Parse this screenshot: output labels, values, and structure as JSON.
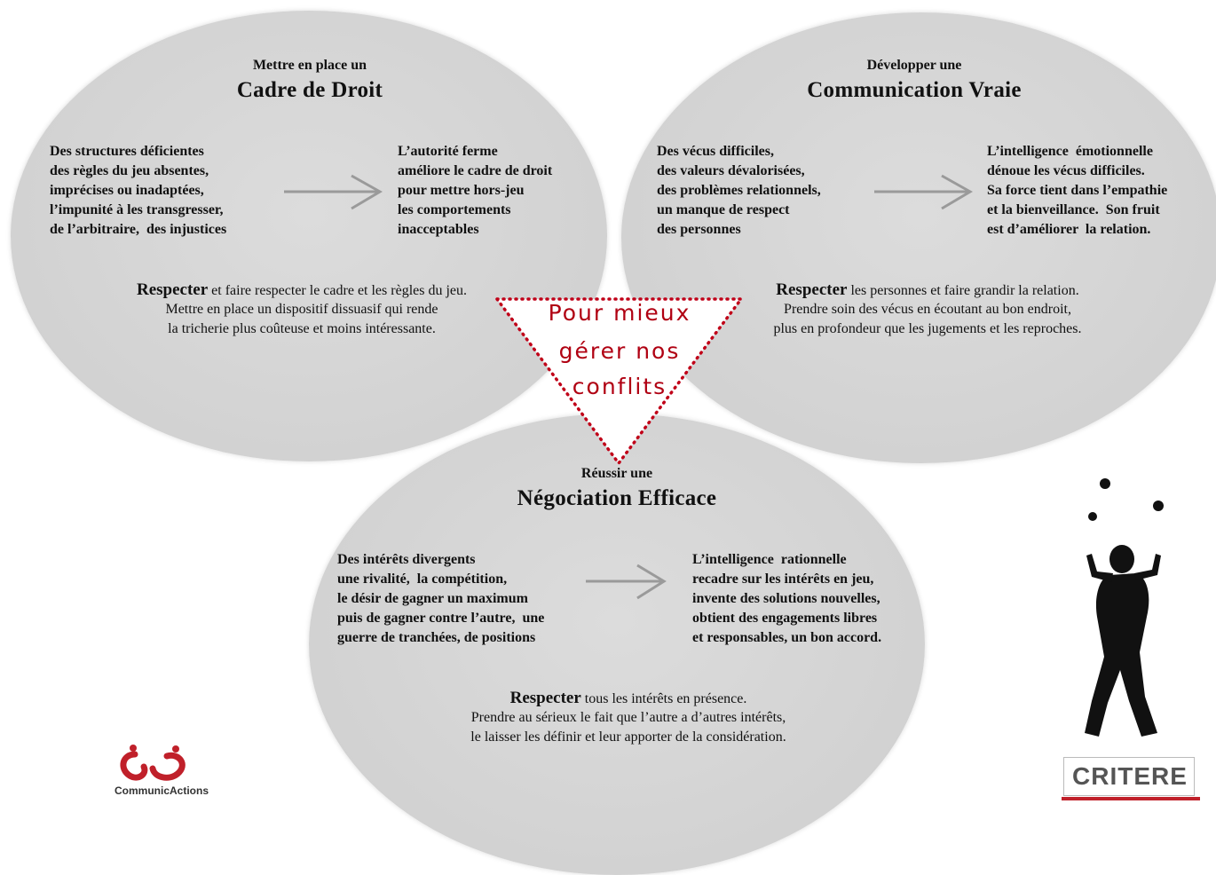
{
  "left": {
    "subtitle": "Mettre en place un",
    "title": "Cadre de Droit",
    "problems": "Des structures déficientes\ndes règles du jeu absentes,\nimprécises ou inadaptées,\nl’impunité à les transgresser,\nde l’arbitraire,  des injustices",
    "solution": "L’autorité ferme\naméliore le cadre de droit\npour mettre hors-jeu\nles comportements\ninacceptables",
    "respect_word": "Respecter",
    "respect_rest": " et faire respecter le cadre et les règles  du jeu.",
    "respect_line2": "Mettre en place un dispositif dissuasif qui rende",
    "respect_line3": "la tricherie plus coûteuse et moins intéressante."
  },
  "right": {
    "subtitle": "Développer une",
    "title": "Communication Vraie",
    "problems": "Des vécus difficiles,\ndes valeurs dévalorisées,\ndes problèmes relationnels,\nun manque de respect\ndes personnes",
    "solution": "L’intelligence  émotionnelle\ndénoue les vécus difficiles.\nSa force tient dans l’empathie\net la bienveillance.  Son fruit\nest d’améliorer  la relation.",
    "respect_word": "Respecter",
    "respect_rest": " les personnes  et faire grandir la relation.",
    "respect_line2": "Prendre soin des vécus en écoutant au bon endroit,",
    "respect_line3": "plus en profondeur que les jugements  et les reproches."
  },
  "bottom": {
    "subtitle": "Réussir une",
    "title": "Négociation Efficace",
    "problems": "Des intérêts divergents\nune rivalité,  la compétition,\nle désir de gagner un maximum\npuis de gagner contre l’autre,  une\nguerre de tranchées, de positions",
    "solution": "L’intelligence  rationnelle\nrecadre sur les intérêts en jeu,\ninvente des solutions nouvelles,\nobtient des engagements libres\net responsables, un bon accord.",
    "respect_word": "Respecter",
    "respect_rest": " tous les intérêts en présence.",
    "respect_line2": "Prendre au sérieux le fait que l’autre a d’autres intérêts,",
    "respect_line3": "le laisser les définir et leur apporter de la considération."
  },
  "center": {
    "line1": "Pour mieux",
    "line2": "gérer nos",
    "line3": "conflits"
  },
  "logos": {
    "left_name": "CommunicActions",
    "right_name": "CRITERE"
  },
  "colors": {
    "ellipse": "#d3d3d3",
    "triangle": "#b00012",
    "arrow": "#999999",
    "brand_red": "#c0202a"
  }
}
